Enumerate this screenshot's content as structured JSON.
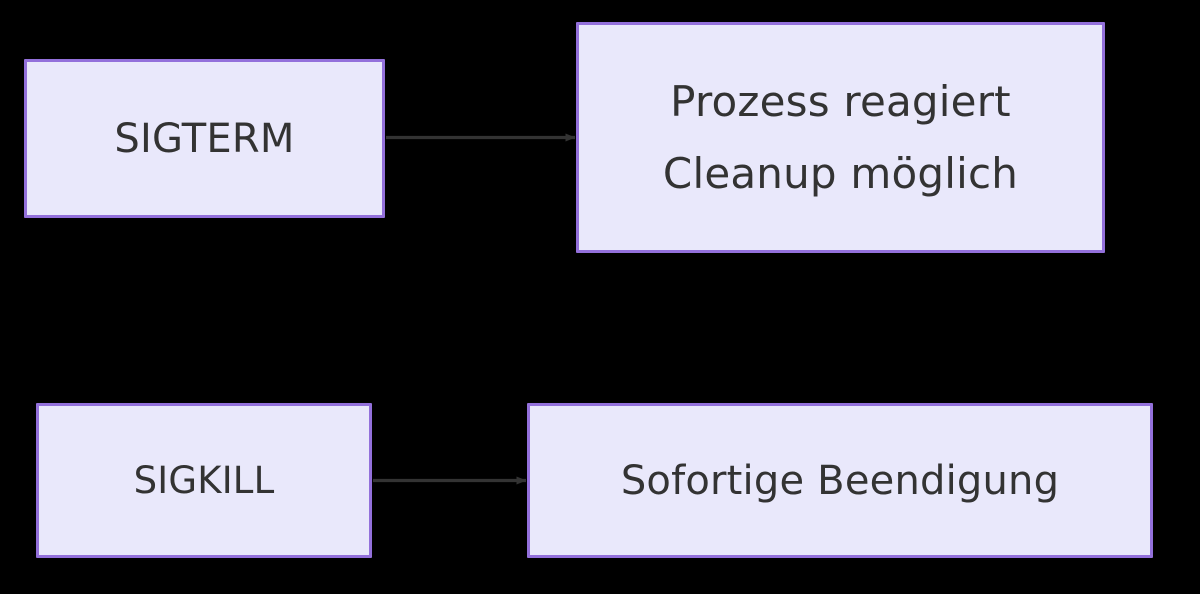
{
  "diagram": {
    "type": "flowchart",
    "direction": "left-to-right",
    "background_color": "#000000",
    "node_fill_color": "#e9e8fb",
    "node_border_color": "#9370db",
    "node_text_color": "#333333",
    "edge_color": "#333333",
    "nodes": [
      {
        "id": "sigterm",
        "label": "SIGTERM",
        "lines": [
          "SIGTERM"
        ]
      },
      {
        "id": "prozess-reagiert",
        "label": "Prozess reagiert Cleanup möglich",
        "lines": [
          "Prozess reagiert",
          "Cleanup möglich"
        ],
        "line1": "Prozess reagiert",
        "line2": "Cleanup möglich"
      },
      {
        "id": "sigkill",
        "label": "SIGKILL",
        "lines": [
          "SIGKILL"
        ]
      },
      {
        "id": "sofortige-beendigung",
        "label": "Sofortige Beendigung",
        "lines": [
          "Sofortige Beendigung"
        ]
      }
    ],
    "edges": [
      {
        "id": "edge-sigterm-to-prozess-reagiert",
        "from": "sigterm",
        "to": "prozess-reagiert",
        "label": "",
        "arrowhead": "filled-triangle"
      },
      {
        "id": "edge-sigkill-to-sofortige-beendigung",
        "from": "sigkill",
        "to": "sofortige-beendigung",
        "label": "",
        "arrowhead": "filled-triangle"
      }
    ]
  }
}
